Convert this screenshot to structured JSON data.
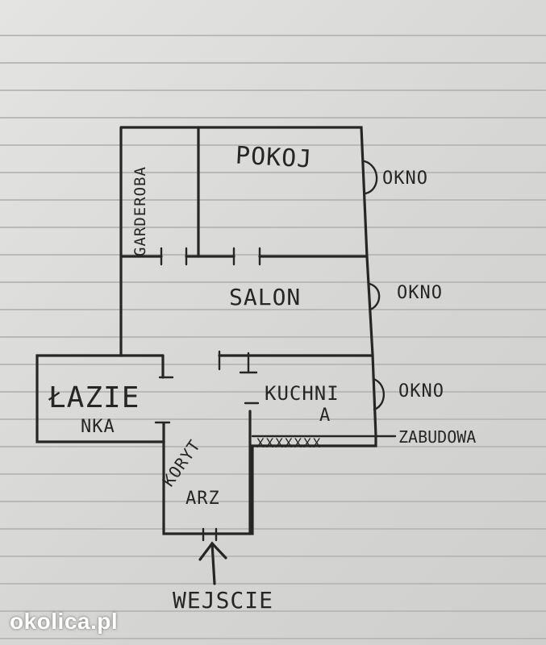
{
  "rooms": {
    "garderoba": "GARDEROBA",
    "pokoj": "POKOJ",
    "salon": "SALON",
    "lazienka_line1": "ŁAZIE",
    "lazienka_line2": "NKA",
    "kuchnia_line1": "KUCHNI",
    "kuchnia_line2": "A",
    "korytarz_line1": "KORYT",
    "korytarz_line2": "ARZ"
  },
  "annotations": {
    "okno_1": "OKNO",
    "okno_2": "OKNO",
    "okno_3": "OKNO",
    "zabudowa": "ZABUDOWA",
    "zabudowa_marks": "XXXXXXX",
    "wejscie": "WEJSCIE"
  },
  "watermark": "okolica.pl"
}
